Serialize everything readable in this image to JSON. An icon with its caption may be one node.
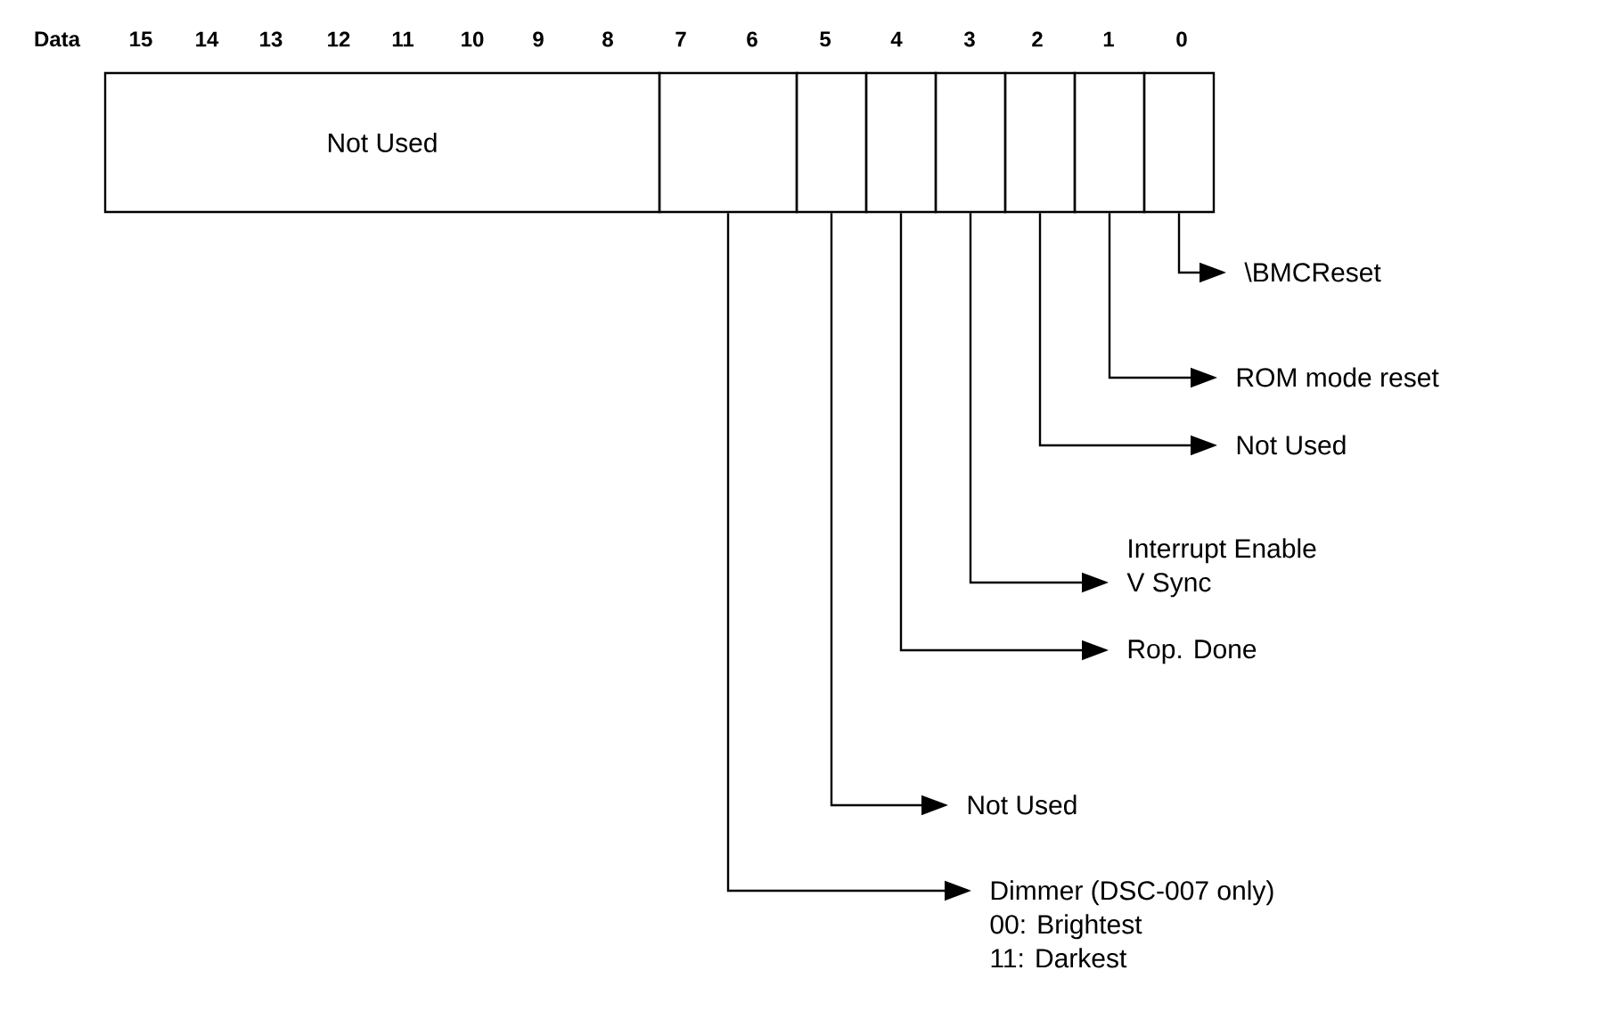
{
  "diagram": {
    "nodes": [
      {
        "text": [
          "Not Used"
        ]
      },
      {
        "text": [],
        "shape": "box"
      },
      {
        "text": [],
        "shape": "box"
      },
      {
        "text": [],
        "shape": "box"
      },
      {
        "text": [],
        "shape": "box"
      },
      {
        "text": [],
        "shape": "box"
      },
      {
        "text": [],
        "shape": "box"
      },
      {
        "text": [],
        "shape": "box"
      },
      {
        "text": [
          "\\BMCReset"
        ]
      },
      {
        "text": [
          "ROM mode reset"
        ]
      },
      {
        "text": [
          "Not Used"
        ]
      },
      {
        "text": [
          "Interrupt Enable",
          "V Sync"
        ]
      },
      {
        "text": [
          "Rop. Done"
        ]
      },
      {
        "text": [
          "Not Used"
        ]
      },
      {
        "text": [
          "Dimmer (DSC-007 only)",
          "00: Brightest",
          "11: Darkest"
        ]
      }
    ],
    "edges": [
      {
        "from": 7,
        "to": 8,
        "arrow": "to"
      },
      {
        "from": 6,
        "to": 9,
        "arrow": "to"
      },
      {
        "from": 5,
        "to": 10,
        "arrow": "to"
      },
      {
        "from": 4,
        "to": 11,
        "arrow": "to"
      },
      {
        "from": 3,
        "to": 12,
        "arrow": "to"
      },
      {
        "from": 2,
        "to": 13,
        "arrow": "to"
      },
      {
        "from": 1,
        "to": 14,
        "arrow": "to"
      }
    ],
    "labels": [
      "Data",
      "15",
      "14",
      "13",
      "12",
      "11",
      "10",
      "9",
      "8",
      "7",
      "6",
      "5",
      "4",
      "3",
      "2",
      "1",
      "0"
    ]
  }
}
